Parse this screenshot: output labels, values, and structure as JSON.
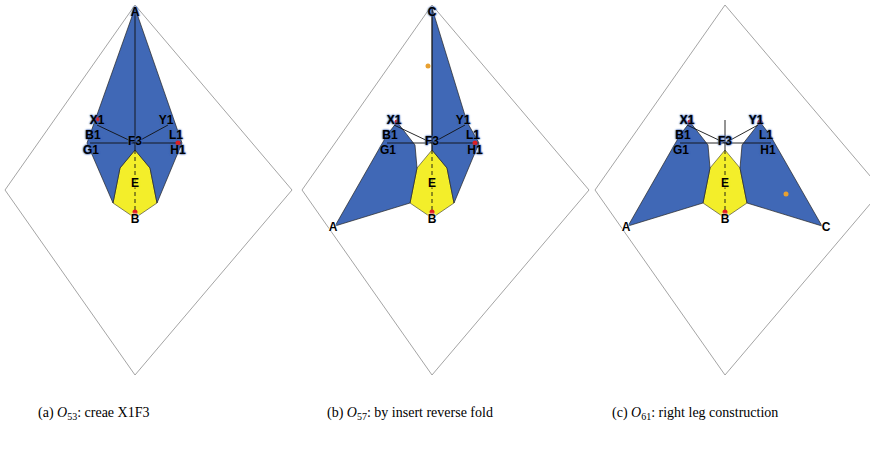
{
  "diagram": {
    "labels": [
      "A",
      "X1",
      "Y1",
      "B1",
      "G1",
      "F3",
      "L1",
      "H1",
      "E",
      "B",
      "C",
      "X1",
      "Y1",
      "B1",
      "G1",
      "F3",
      "L1",
      "H1",
      "E",
      "B",
      "A",
      "X1",
      "Y1",
      "B1",
      "G1",
      "F3",
      "L1",
      "H1",
      "E",
      "B",
      "A",
      "C",
      "(a) O53: creae X1F3",
      "(b) O57: by insert reverse fold",
      "(c) O61: right leg construction"
    ]
  }
}
